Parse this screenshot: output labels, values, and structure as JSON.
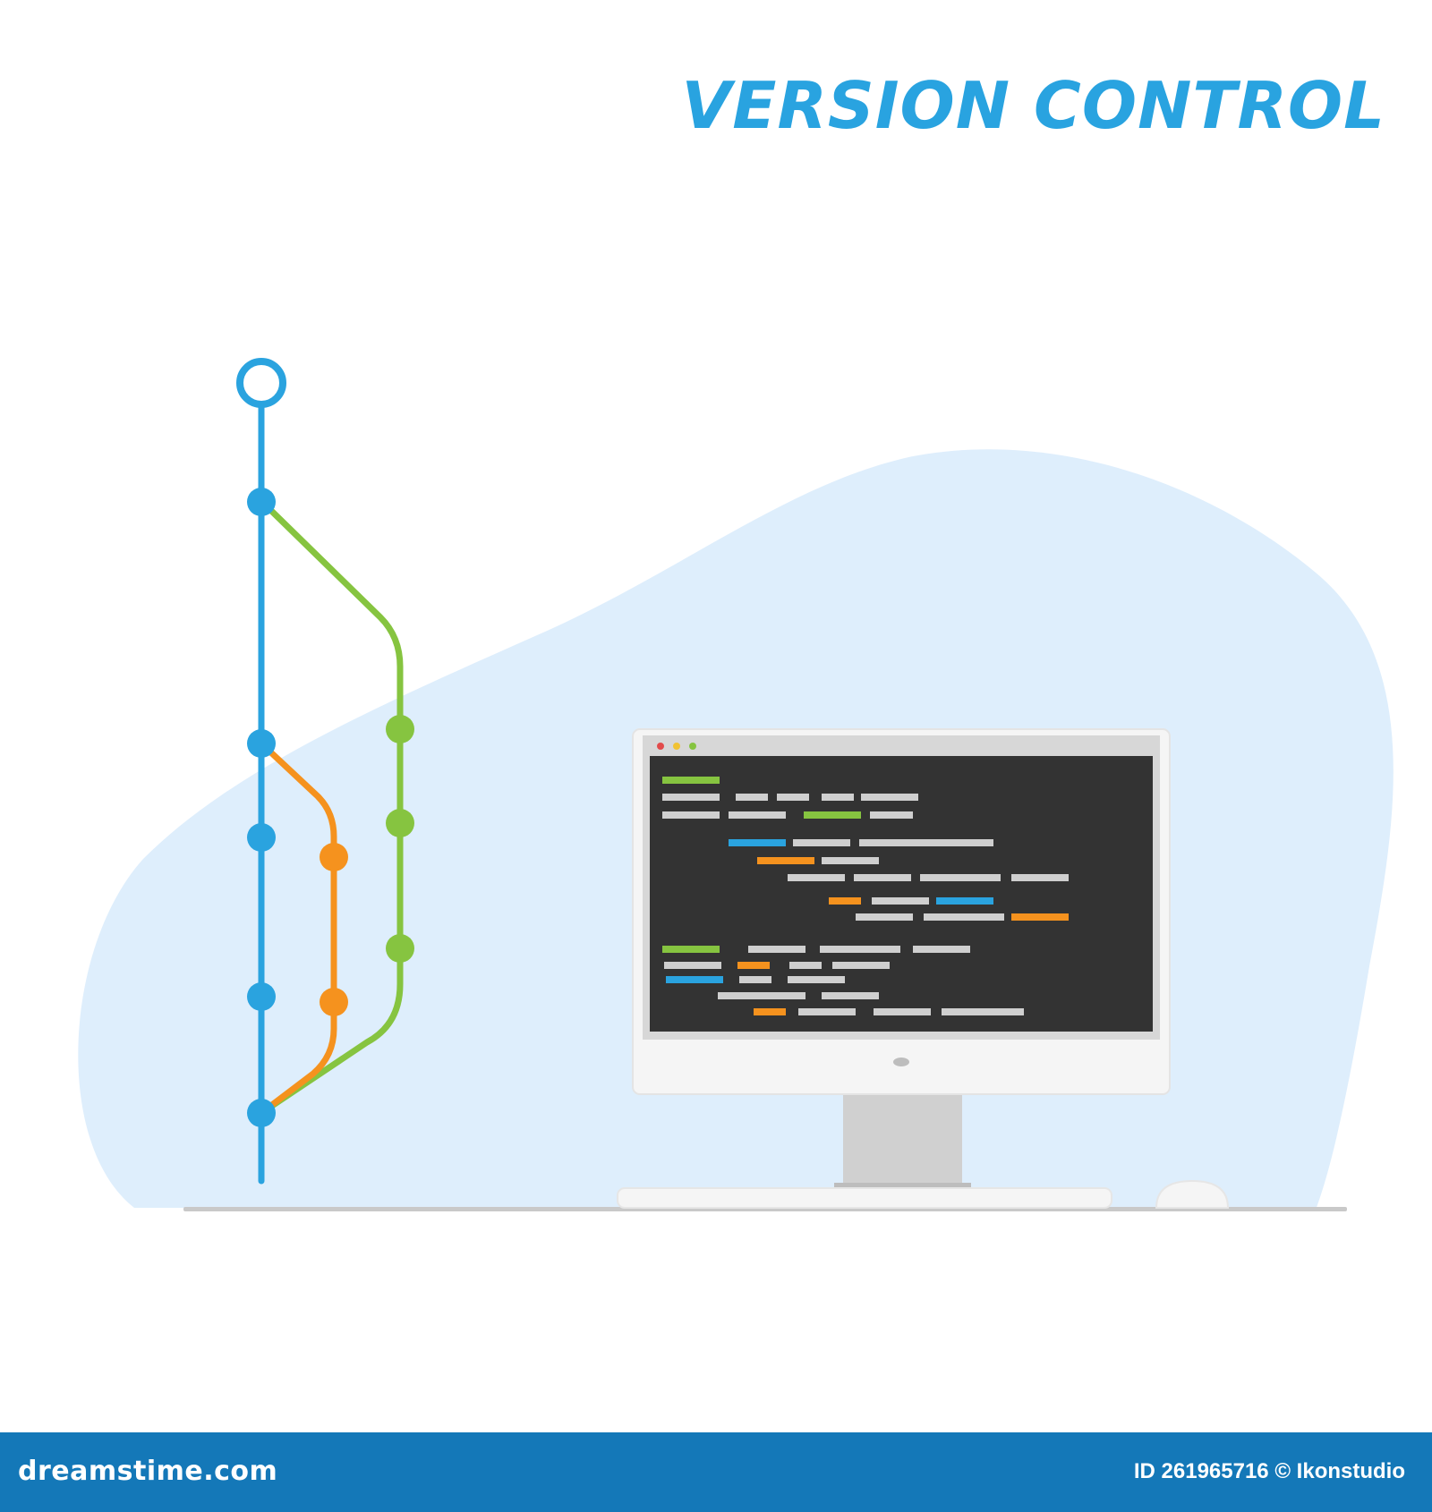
{
  "title": "VERSION CONTROL",
  "colors": {
    "title": "#29a3e0",
    "blob": "#deeefc",
    "trunk": "#2aa3df",
    "feature_branch": "#86c440",
    "hotfix_branch": "#f5921e",
    "screen": "#333333",
    "monitor_frame": "#f4f4f4",
    "stand": "#cfcfcf",
    "footer": "#1478b8"
  },
  "icons": {
    "branch_graph": "git-branch-graph-icon",
    "monitor": "desktop-monitor-icon",
    "keyboard": "keyboard-icon",
    "mouse": "mouse-icon"
  },
  "footer": {
    "site": "dreamstime.com",
    "credit": "ID 261965716 © Ikonstudio"
  }
}
